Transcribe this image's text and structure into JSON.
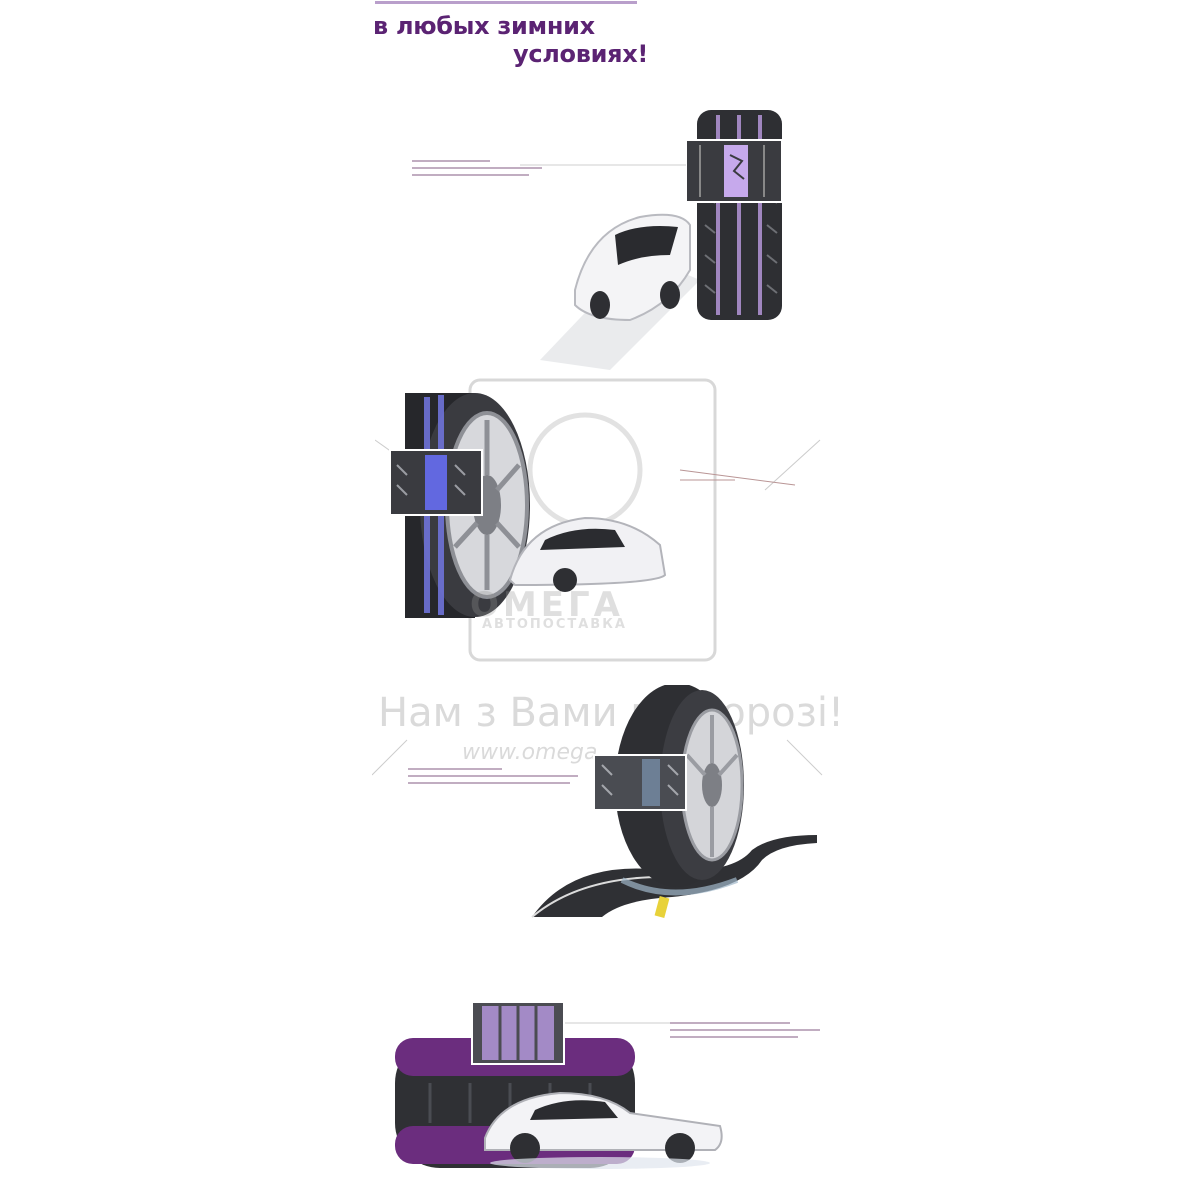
{
  "headline": {
    "line1": "в любых зимних",
    "line2": "условиях!"
  },
  "watermark": {
    "slogan": "Нам з Вами по дорозі!",
    "url": "www.omega",
    "logo_text": "ОМЕГА",
    "logo_sub": "АВТОПОСТАВКА"
  },
  "colors": {
    "accent_purple": "#5b2373",
    "tread_violet": "#b496d8",
    "tread_blue": "#5a63d6",
    "tire_dark": "#2e2f33",
    "road_yellow": "#e8d23a"
  },
  "icons": [
    "tire-tread-icon",
    "car-icon",
    "tire-icon",
    "road-icon",
    "logo-watermark"
  ]
}
